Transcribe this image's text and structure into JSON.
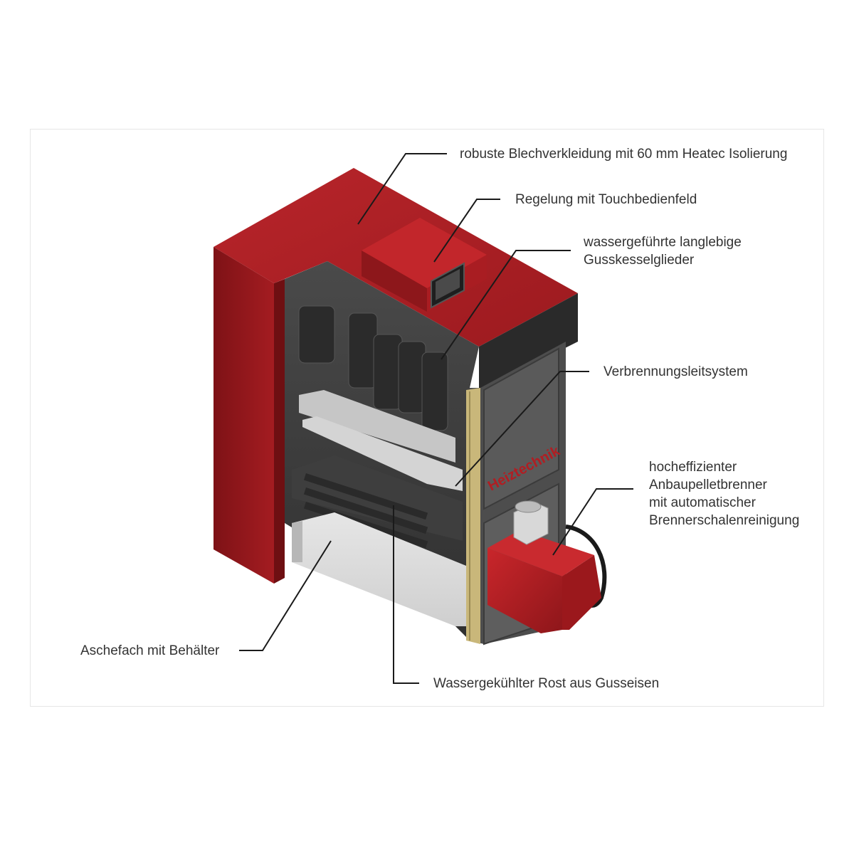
{
  "labels": {
    "cladding": "robuste Blechverkleidung mit 60 mm Heatec Isolierung",
    "control": "Regelung mit Touchbedienfeld",
    "castiron_line1": "wassergeführte langlebige",
    "castiron_line2": "Gusskesselglieder",
    "combustion": "Verbrennungsleitsystem",
    "burner_line1": "hocheffizienter",
    "burner_line2": "Anbaupelletbrenner",
    "burner_line3": "mit automatischer",
    "burner_line4": "Brennerschalenreinigung",
    "ash": "Aschefach mit Behälter",
    "grate": "Wassergekühlter Rost aus Gusseisen"
  },
  "boiler": {
    "brand_text": "Heiztechnik"
  },
  "colors": {
    "housing_red": "#b01e23",
    "housing_dark_red": "#8a1519",
    "interior_dark": "#3a3a3a",
    "interior_mid": "#5a5a5a",
    "insulation": "#c9b77a",
    "leader_line": "#1a1a1a",
    "label_text": "#333333"
  }
}
